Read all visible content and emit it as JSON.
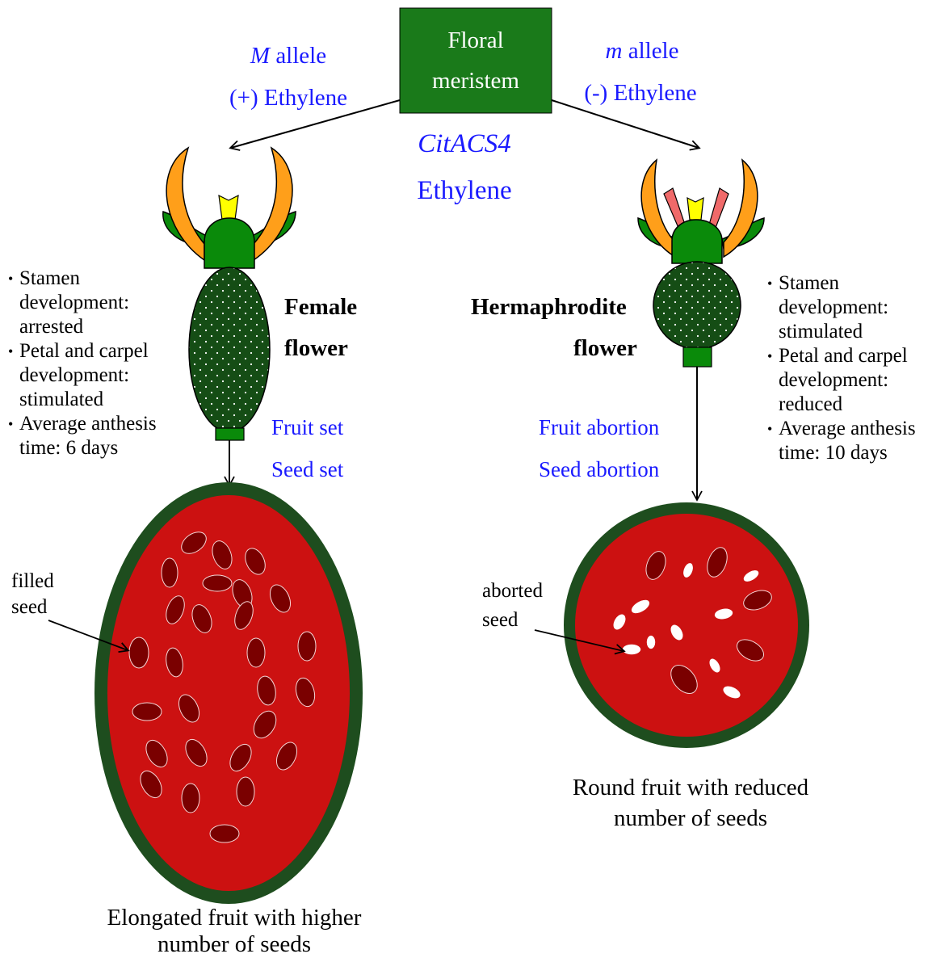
{
  "colors": {
    "box_green": "#1a7a1a",
    "leaf_green": "#0a8a0a",
    "petal_orange": "#ff9f1a",
    "stamen_pink": "#f06a6a",
    "stigma_yellow": "#ffff00",
    "ovary_green": "#154d15",
    "fruit_rind": "#1e4d1e",
    "fruit_flesh": "#cc1111",
    "seed_filled": "#7a0000",
    "seed_aborted": "#ffffff",
    "label_blue": "#1a1aff"
  },
  "top_box": {
    "line1": "Floral",
    "line2": "meristem"
  },
  "left_branch": {
    "allele_italic": "M",
    "allele_rest": " allele",
    "ethylene": "(+) Ethylene"
  },
  "right_branch": {
    "allele_italic": "m",
    "allele_rest": " allele",
    "ethylene": "(-) Ethylene"
  },
  "center_gene": {
    "gene": "CitACS4",
    "product": "Ethylene"
  },
  "female": {
    "title_line1": "Female",
    "title_line2": "flower",
    "bullets": [
      {
        "dot": "•",
        "text": "Stamen development: arrested"
      },
      {
        "dot": "•",
        "text": "Petal and carpel development: stimulated"
      },
      {
        "dot": "•",
        "text": "Average anthesis time:  6 days"
      }
    ],
    "outcome1": "Fruit set",
    "outcome2": "Seed set",
    "seed_label_line1": "filled",
    "seed_label_line2": "seed",
    "caption_line1": "Elongated fruit with higher",
    "caption_line2": "number of seeds"
  },
  "herm": {
    "title_line1": "Hermaphrodite",
    "title_line2": "flower",
    "bullets": [
      {
        "dot": "•",
        "text": "Stamen development: stimulated"
      },
      {
        "dot": "•",
        "text": "Petal and carpel development: reduced"
      },
      {
        "dot": "•",
        "text": "Average anthesis time: 10 days"
      }
    ],
    "outcome1": "Fruit abortion",
    "outcome2": "Seed abortion",
    "seed_label_line1": "aborted",
    "seed_label_line2": "seed",
    "caption_line1": "Round fruit with reduced",
    "caption_line2": "number of seeds"
  }
}
